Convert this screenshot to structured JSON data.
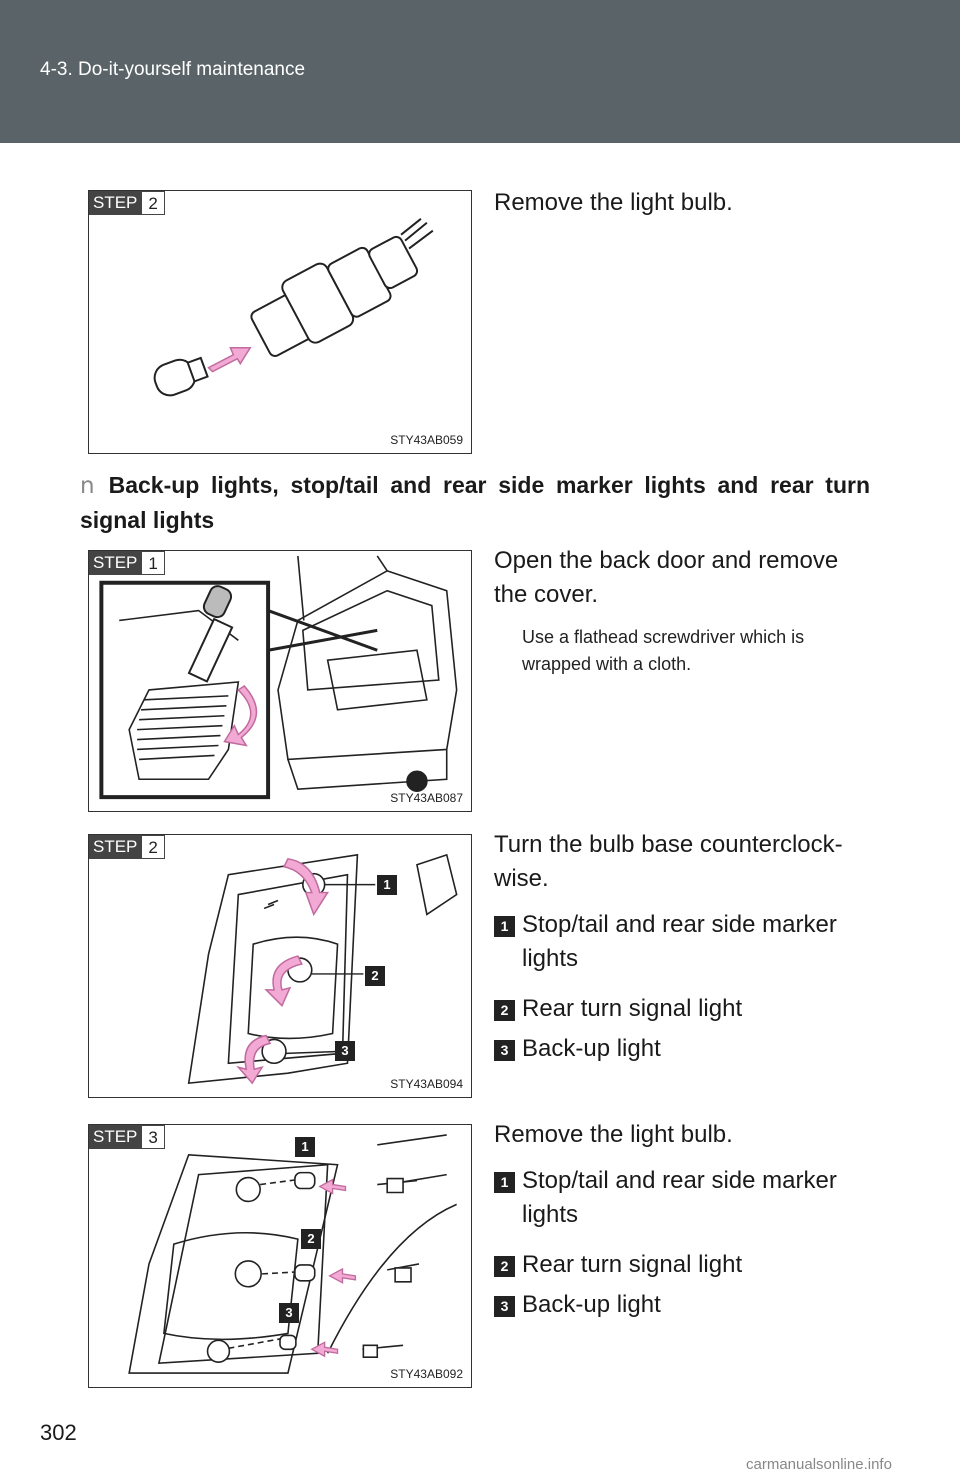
{
  "header": {
    "title": "4-3. Do-it-yourself maintenance"
  },
  "figures": [
    {
      "step_word": "STEP",
      "step_num": "2",
      "code": "STY43AB059"
    },
    {
      "step_word": "STEP",
      "step_num": "1",
      "code": "STY43AB087"
    },
    {
      "step_word": "STEP",
      "step_num": "2",
      "code": "STY43AB094",
      "callouts": [
        "1",
        "2",
        "3"
      ]
    },
    {
      "step_word": "STEP",
      "step_num": "3",
      "code": "STY43AB092",
      "callouts": [
        "1",
        "2",
        "3"
      ]
    }
  ],
  "section1": {
    "text": "Remove the light bulb."
  },
  "heading": {
    "bullet": "n",
    "text": "Back-up lights, stop/tail and rear side marker lights and rear turn signal lights"
  },
  "section2": {
    "text": "Open the back door and remove the cover.",
    "note": "Use a flathead screwdriver which is wrapped with a cloth."
  },
  "section3": {
    "text": "Turn the bulb base counterclock-wise.",
    "items": [
      {
        "num": "1",
        "label": "Stop/tail and rear side marker lights"
      },
      {
        "num": "2",
        "label": "Rear turn signal light"
      },
      {
        "num": "3",
        "label": "Back-up light"
      }
    ]
  },
  "section4": {
    "text": "Remove the light bulb.",
    "items": [
      {
        "num": "1",
        "label": "Stop/tail and rear side marker lights"
      },
      {
        "num": "2",
        "label": "Rear turn signal light"
      },
      {
        "num": "3",
        "label": "Back-up light"
      }
    ]
  },
  "page_number": "302",
  "watermark": "carmanualsonline.info"
}
